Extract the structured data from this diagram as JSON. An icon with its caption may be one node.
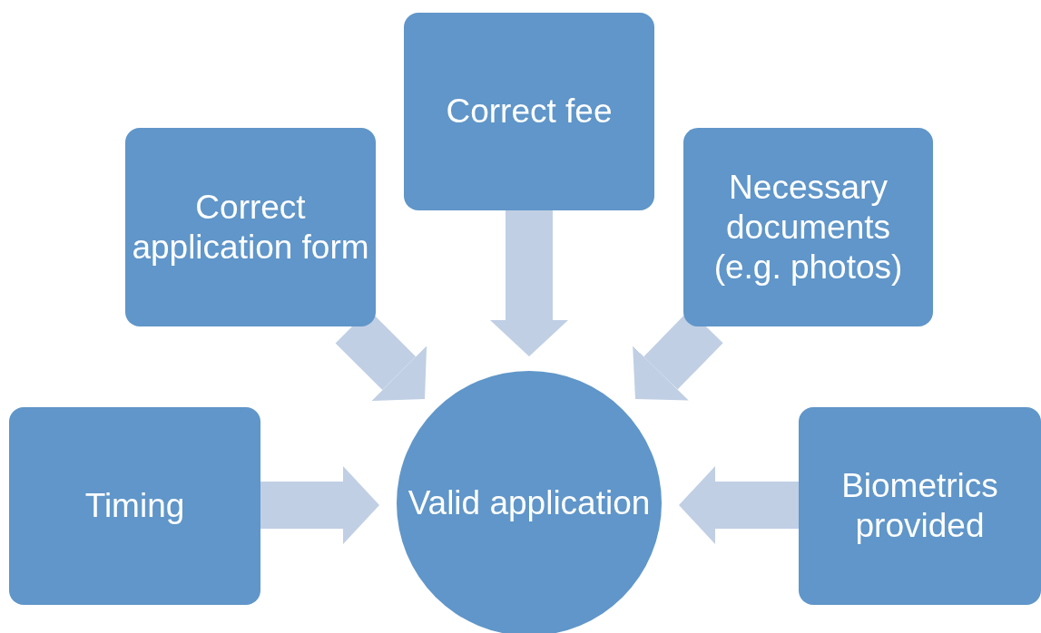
{
  "diagram": {
    "nodes": [
      {
        "text": [
          "Correct fee"
        ]
      },
      {
        "text": [
          "Correct application form"
        ]
      },
      {
        "text": [
          "Necessary documents (e.g. photos)"
        ]
      },
      {
        "text": [
          "Timing"
        ]
      },
      {
        "text": [
          "Valid application"
        ]
      },
      {
        "text": [
          "Biometrics provided"
        ]
      }
    ],
    "edges": [
      {
        "from": 0,
        "to": 4,
        "arrow": "to"
      },
      {
        "from": 1,
        "to": 4,
        "arrow": "to"
      },
      {
        "from": 2,
        "to": 4,
        "arrow": "to"
      },
      {
        "from": 3,
        "to": 4,
        "arrow": "to"
      },
      {
        "from": 5,
        "to": 4,
        "arrow": "to"
      }
    ]
  }
}
